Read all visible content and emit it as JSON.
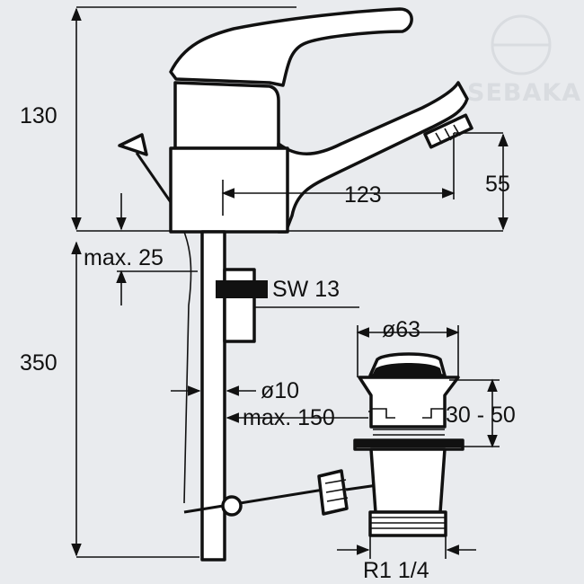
{
  "watermark": {
    "text": "SEBAKA"
  },
  "dimensions": {
    "height_top": "130",
    "height_bottom": "350",
    "spout_reach": "123",
    "spout_height": "55",
    "max_thickness": "max. 25",
    "wrench": "SW 13",
    "rod_diameter": "ø10",
    "drain_diameter": "ø63",
    "max_rod": "max. 150",
    "drain_range": "30 - 50",
    "thread": "R1 1/4"
  },
  "colors": {
    "background": "#e9ebee",
    "line": "#111111",
    "fill": "#ffffff"
  }
}
